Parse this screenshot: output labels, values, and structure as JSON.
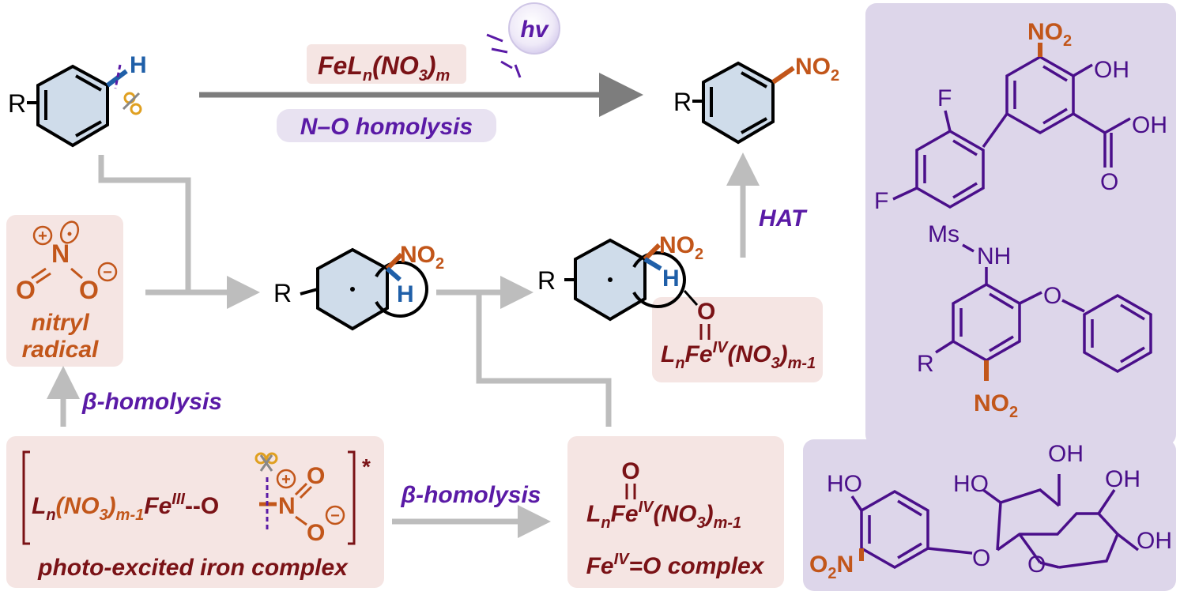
{
  "colors": {
    "orange": "#c2561a",
    "maroon": "#7a1216",
    "purple": "#5a1aa6",
    "blue": "#1f5fa8",
    "ring_fill": "#cfdcea",
    "panel_pink": "#f5e5e3",
    "panel_purple": "#ddd6ea",
    "pill_purple": "#e8e2f1",
    "arrow_dark": "#7d7d7d",
    "arrow_light": "#bdbdbd"
  },
  "top": {
    "reagent": {
      "fe": "FeL",
      "n": "n",
      "open": "(NO",
      "three": "3",
      "close": ")",
      "m": "m"
    },
    "condition": "N–O homolysis",
    "light": "hv"
  },
  "substrate": {
    "r": "R",
    "h": "H"
  },
  "product": {
    "r": "R",
    "no": "NO",
    "two": "2"
  },
  "nitryl": {
    "n": "N",
    "o_left": "O",
    "o_right": "O",
    "plus": "+",
    "minus": "−",
    "line1": "nitryl",
    "line2": "radical"
  },
  "intermediate1": {
    "r": "R",
    "h": "H",
    "no": "NO",
    "two": "2"
  },
  "intermediate2": {
    "r": "R",
    "h": "H",
    "o": "O",
    "no": "NO",
    "two": "2",
    "fe": {
      "l": "L",
      "n": "n",
      "fe": "Fe",
      "ox": "IV",
      "open": "(NO",
      "three": "3",
      "close": ")",
      "m": "m-1"
    }
  },
  "hat": "HAT",
  "beta_left": "β-homolysis",
  "beta_bottom": "β-homolysis",
  "photo_complex": {
    "l": "L",
    "n": "n",
    "open": "(NO",
    "three": "3",
    "close": ")",
    "m": "m-1",
    "fe": "Fe",
    "ox": "III",
    "dash": "--O",
    "n_atom": "N",
    "o_top": "O",
    "o_bot": "O",
    "plus": "+",
    "minus": "−",
    "star": "*",
    "caption": "photo-excited iron complex"
  },
  "feo_complex": {
    "o": "O",
    "l": "L",
    "n": "n",
    "fe": "Fe",
    "ox": "IV",
    "open": "(NO",
    "three": "3",
    "close": ")",
    "m": "m-1",
    "caption_fe": "Fe",
    "caption_ox": "IV",
    "caption_rest": "=O complex"
  },
  "example1": {
    "f_top": "F",
    "f_bottom": "F",
    "no": "NO",
    "two": "2",
    "oh": "OH",
    "oh_acid": "OH",
    "o_acid": "O"
  },
  "example2": {
    "ms": "Ms",
    "nh": "NH",
    "o": "O",
    "r": "R",
    "no": "NO",
    "two": "2"
  },
  "example3": {
    "ho1": "HO",
    "o2n_o": "O",
    "o2n_two": "2",
    "o2n_n": "N",
    "ho2": "HO",
    "oh1": "OH",
    "oh2": "OH",
    "oh3": "OH",
    "o_link": "O",
    "o_ring": "O"
  }
}
